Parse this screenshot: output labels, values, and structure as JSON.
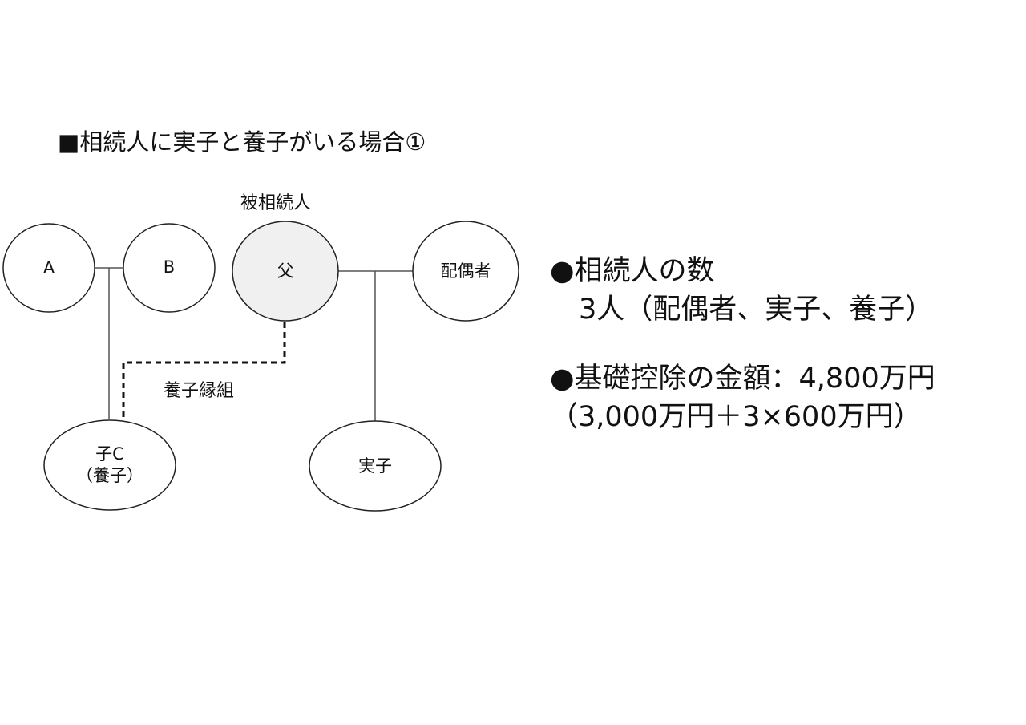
{
  "title": "■相続人に実子と養子がいる場合①",
  "decedent_label": "被相続人",
  "adoption_label": "養子縁組",
  "nodes": {
    "a": "A",
    "b": "B",
    "father": "父",
    "spouse": "配偶者",
    "child_c_name": "子C",
    "child_c_note": "（養子）",
    "biological_child": "実子"
  },
  "summary": {
    "heirs_heading": "●相続人の数",
    "heirs_detail": "3人（配偶者、実子、養子）",
    "deduction_heading": "●基礎控除の金額：4,800万円",
    "deduction_detail": "（3,000万円＋3×600万円）"
  },
  "colors": {
    "stroke": "#222222",
    "decedent_fill": "#f0f0f0",
    "node_fill": "#ffffff"
  }
}
